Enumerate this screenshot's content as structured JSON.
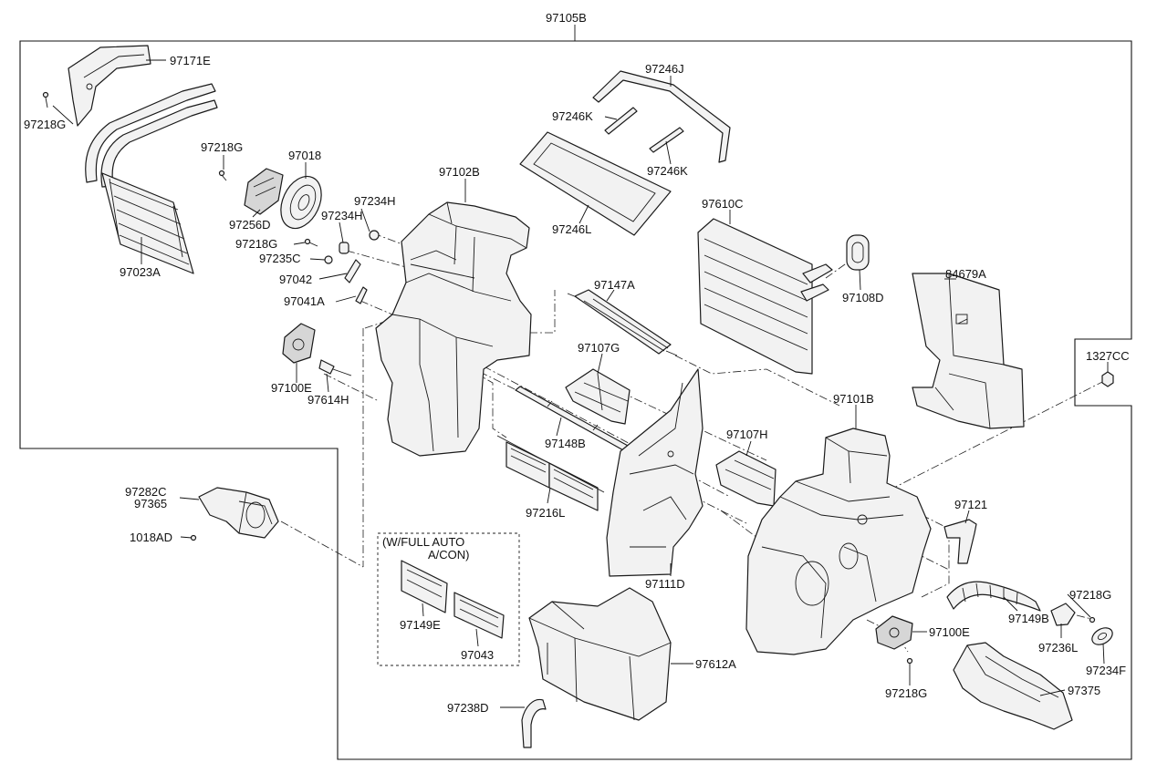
{
  "frame_label": "97105B",
  "auto_group": {
    "line1": "(W/FULL AUTO",
    "line2": "A/CON)"
  },
  "labels": [
    {
      "id": "97171E",
      "text": "97171E"
    },
    {
      "id": "97218G-a",
      "text": "97218G"
    },
    {
      "id": "97218G-b",
      "text": "97218G"
    },
    {
      "id": "97018",
      "text": "97018"
    },
    {
      "id": "97256D",
      "text": "97256D"
    },
    {
      "id": "97023A",
      "text": "97023A"
    },
    {
      "id": "97218G-c",
      "text": "97218G"
    },
    {
      "id": "97235C",
      "text": "97235C"
    },
    {
      "id": "97042",
      "text": "97042"
    },
    {
      "id": "97041A",
      "text": "97041A"
    },
    {
      "id": "97234H-a",
      "text": "97234H"
    },
    {
      "id": "97234H-b",
      "text": "97234H"
    },
    {
      "id": "97102B",
      "text": "97102B"
    },
    {
      "id": "97246J",
      "text": "97246J"
    },
    {
      "id": "97246K-a",
      "text": "97246K"
    },
    {
      "id": "97246K-b",
      "text": "97246K"
    },
    {
      "id": "97246L",
      "text": "97246L"
    },
    {
      "id": "97610C",
      "text": "97610C"
    },
    {
      "id": "97108D",
      "text": "97108D"
    },
    {
      "id": "84679A",
      "text": "84679A"
    },
    {
      "id": "1327CC",
      "text": "1327CC"
    },
    {
      "id": "97147A",
      "text": "97147A"
    },
    {
      "id": "97107G",
      "text": "97107G"
    },
    {
      "id": "97100E-a",
      "text": "97100E"
    },
    {
      "id": "97614H",
      "text": "97614H"
    },
    {
      "id": "97148B",
      "text": "97148B"
    },
    {
      "id": "97216L",
      "text": "97216L"
    },
    {
      "id": "97107H",
      "text": "97107H"
    },
    {
      "id": "97101B",
      "text": "97101B"
    },
    {
      "id": "97111D",
      "text": "97111D"
    },
    {
      "id": "97121",
      "text": "97121"
    },
    {
      "id": "97282C",
      "text": "97282C"
    },
    {
      "id": "97365",
      "text": "97365"
    },
    {
      "id": "1018AD",
      "text": "1018AD"
    },
    {
      "id": "97149E",
      "text": "97149E"
    },
    {
      "id": "97043",
      "text": "97043"
    },
    {
      "id": "97612A",
      "text": "97612A"
    },
    {
      "id": "97238D",
      "text": "97238D"
    },
    {
      "id": "97100E-b",
      "text": "97100E"
    },
    {
      "id": "97218G-d",
      "text": "97218G"
    },
    {
      "id": "97149B",
      "text": "97149B"
    },
    {
      "id": "97218G-e",
      "text": "97218G"
    },
    {
      "id": "97236L",
      "text": "97236L"
    },
    {
      "id": "97234F",
      "text": "97234F"
    },
    {
      "id": "97375",
      "text": "97375"
    }
  ]
}
